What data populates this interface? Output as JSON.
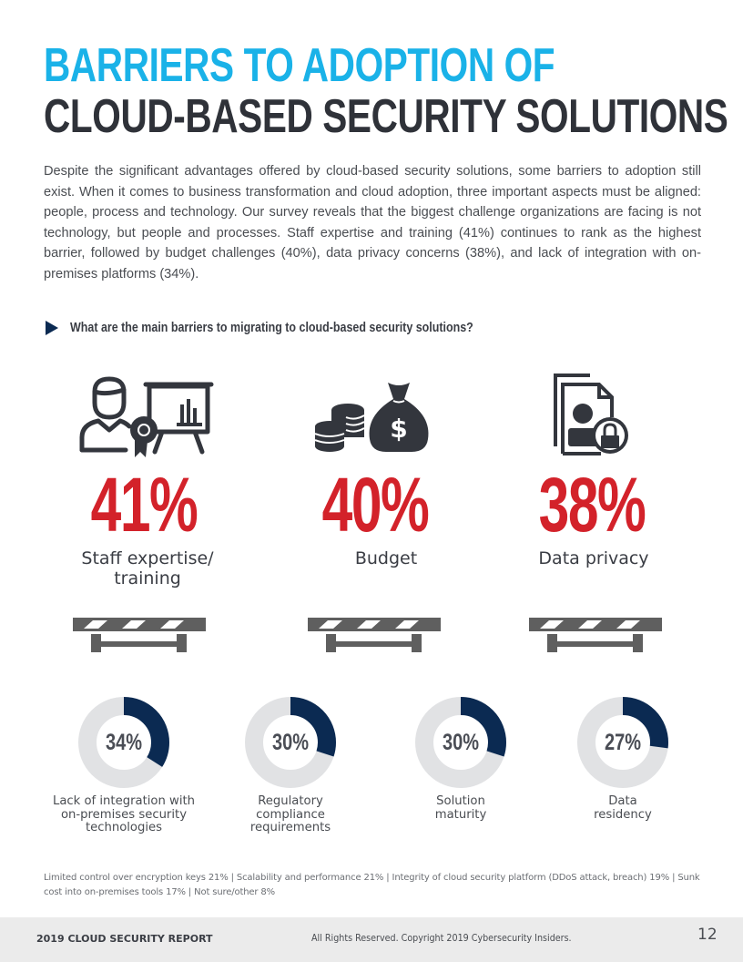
{
  "title": {
    "line1": "BARRIERS TO ADOPTION OF",
    "line2": "CLOUD-BASED SECURITY SOLUTIONS"
  },
  "intro": "Despite the significant advantages offered by cloud-based security solutions, some barriers to adoption still exist. When it comes to business transformation and cloud adoption, three important aspects must be aligned: people, process and technology. Our survey reveals that the biggest challenge organizations are facing is not technology, but people and processes. Staff expertise and training (41%) continues to rank as the highest barrier, followed by budget challenges (40%), data privacy concerns (38%), and lack of integration with on-premises platforms (34%).",
  "question": "What are the main barriers to migrating to cloud-based security solutions?",
  "top_barriers": [
    {
      "value": "41%",
      "label": "Staff expertise/ training",
      "icon": "trainer-presentation-icon"
    },
    {
      "value": "40%",
      "label": "Budget",
      "icon": "money-bag-coins-icon"
    },
    {
      "value": "38%",
      "label": "Data privacy",
      "icon": "locked-document-icon"
    }
  ],
  "secondary_barriers": [
    {
      "value": "34%",
      "percent": 34,
      "label": "Lack of integration with on-premises security technologies"
    },
    {
      "value": "30%",
      "percent": 30,
      "label": "Regulatory compliance requirements"
    },
    {
      "value": "30%",
      "percent": 30,
      "label": "Solution maturity"
    },
    {
      "value": "27%",
      "percent": 27,
      "label": "Data residency"
    }
  ],
  "footnote": "Limited control over encryption keys 21%  |  Scalability and performance 21% |  Integrity of cloud security platform (DDoS attack, breach) 19%  |  Sunk cost into on-premises tools 17%  | Not sure/other 8%",
  "footer": {
    "report": "2019 CLOUD SECURITY REPORT",
    "copyright": "All Rights Reserved. Copyright 2019 Cybersecurity Insiders.",
    "page": "12"
  },
  "colors": {
    "title_accent": "#1ab2e8",
    "title_dark": "#2f3239",
    "stat_red": "#d3222a",
    "donut_fill": "#0b2a52",
    "donut_track": "#e1e2e4",
    "icon_dark": "#33363d",
    "barrier_gray": "#5f5f5f",
    "footer_bg": "#ebebeb"
  },
  "chart_data": {
    "type": "pie",
    "title": "What are the main barriers to migrating to cloud-based security solutions?",
    "categories": [
      "Staff expertise/training",
      "Budget",
      "Data privacy",
      "Lack of integration with on-premises security technologies",
      "Regulatory compliance requirements",
      "Solution maturity",
      "Data residency",
      "Limited control over encryption keys",
      "Scalability and performance",
      "Integrity of cloud security platform (DDoS attack, breach)",
      "Sunk cost into on-premises tools",
      "Not sure/other"
    ],
    "values": [
      41,
      40,
      38,
      34,
      30,
      30,
      27,
      21,
      21,
      19,
      17,
      8
    ],
    "unit": "%"
  }
}
